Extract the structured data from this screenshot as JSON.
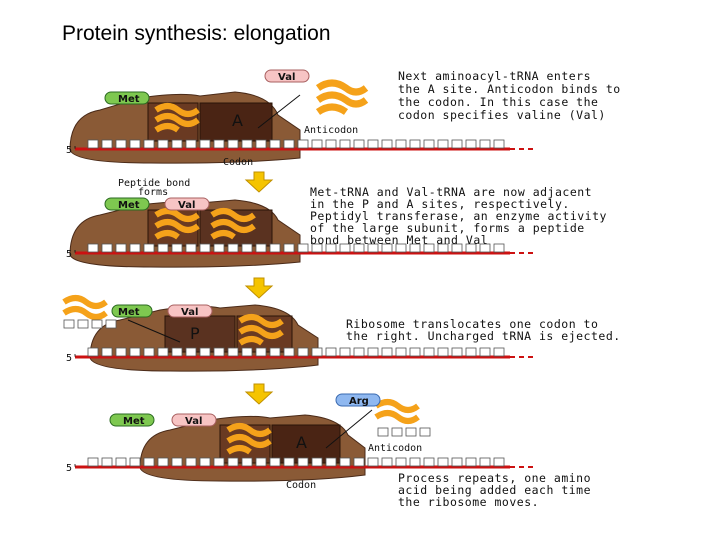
{
  "title": "Protein synthesis: elongation",
  "stages": [
    {
      "caption": [
        "Next aminoacyl-tRNA enters",
        "the A site. Anticodon binds to",
        "the codon. In this case the",
        "codon specifies valine (Val)"
      ],
      "pills": [
        "Met",
        "Val"
      ],
      "site_label": "A",
      "anticodon_label": "Anticodon",
      "codon_label": "Codon",
      "five_prime": "5'"
    },
    {
      "caption": [
        "Met-tRNA and Val-tRNA are now adjacent",
        "in the P and A sites, respectively.",
        "Peptidyl transferase, an enzyme activity",
        "of the large subunit, forms a peptide",
        "bond between Met and Val"
      ],
      "pills": [
        "Met",
        "Val"
      ],
      "peptide_label": [
        "Peptide bond",
        "forms"
      ],
      "five_prime": "5'"
    },
    {
      "caption": [
        "Ribosome translocates one codon to",
        "the right. Uncharged tRNA is ejected."
      ],
      "pills": [
        "Met",
        "Val"
      ],
      "site_label": "P",
      "five_prime": "5'"
    },
    {
      "caption": [
        "Process repeats, one amino",
        "acid being added each time",
        "the ribosome moves."
      ],
      "pills": [
        "Met",
        "Val",
        "Arg"
      ],
      "site_label": "A",
      "anticodon_label": "Anticodon",
      "codon_label": "Codon",
      "five_prime": "5'"
    }
  ],
  "colors": {
    "ribosome": "#8a5a36",
    "ribosome_dark": "#4a2a18",
    "site_box": "#5a3220",
    "mrna": "#cc1111",
    "trna": "#f5a21a",
    "arrow": "#f5c400",
    "pill_green": "#7ec850",
    "pill_pink": "#f7c4c4",
    "pill_blue": "#8fb8f0"
  }
}
